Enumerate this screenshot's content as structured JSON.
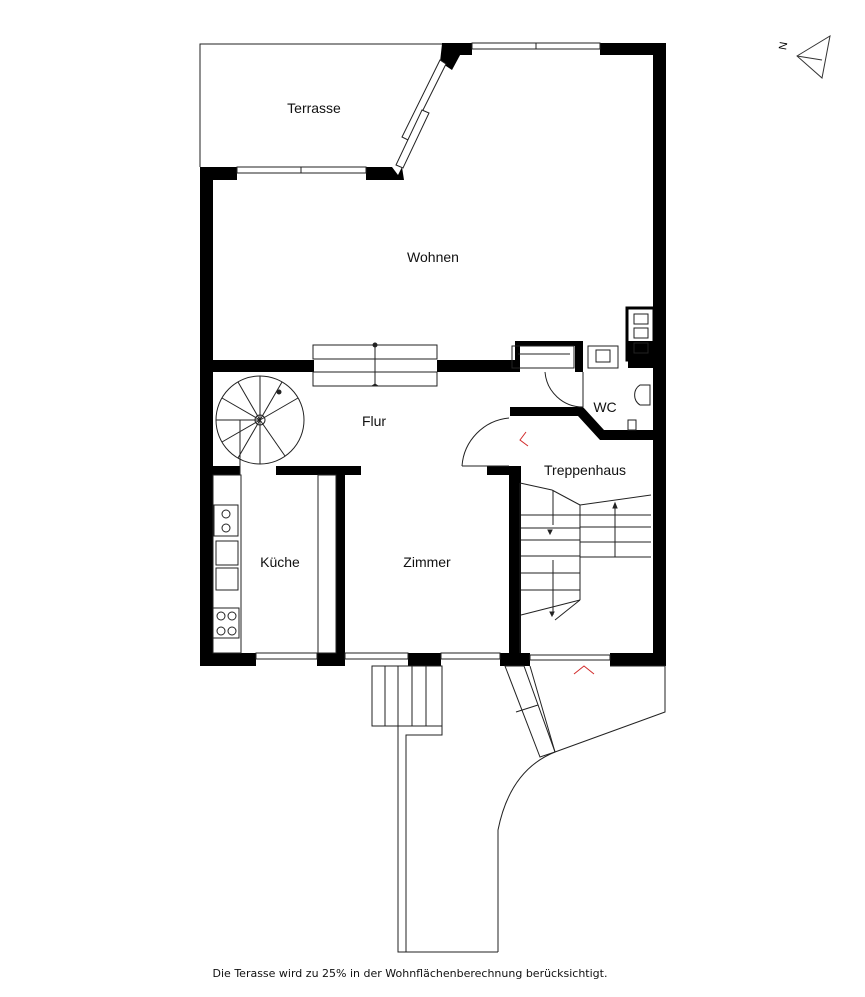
{
  "rooms": {
    "terrasse": "Terrasse",
    "wohnen": "Wohnen",
    "flur": "Flur",
    "wc": "WC",
    "treppenhaus": "Treppenhaus",
    "kueche": "Küche",
    "zimmer": "Zimmer"
  },
  "footnote": "Die Terasse wird zu 25% in der Wohnflächenberechnung berücksichtigt.",
  "compass": {
    "label": "N"
  },
  "colors": {
    "wall": "#000000",
    "line": "#222222",
    "marker": "#d12a2a",
    "background": "#ffffff"
  }
}
